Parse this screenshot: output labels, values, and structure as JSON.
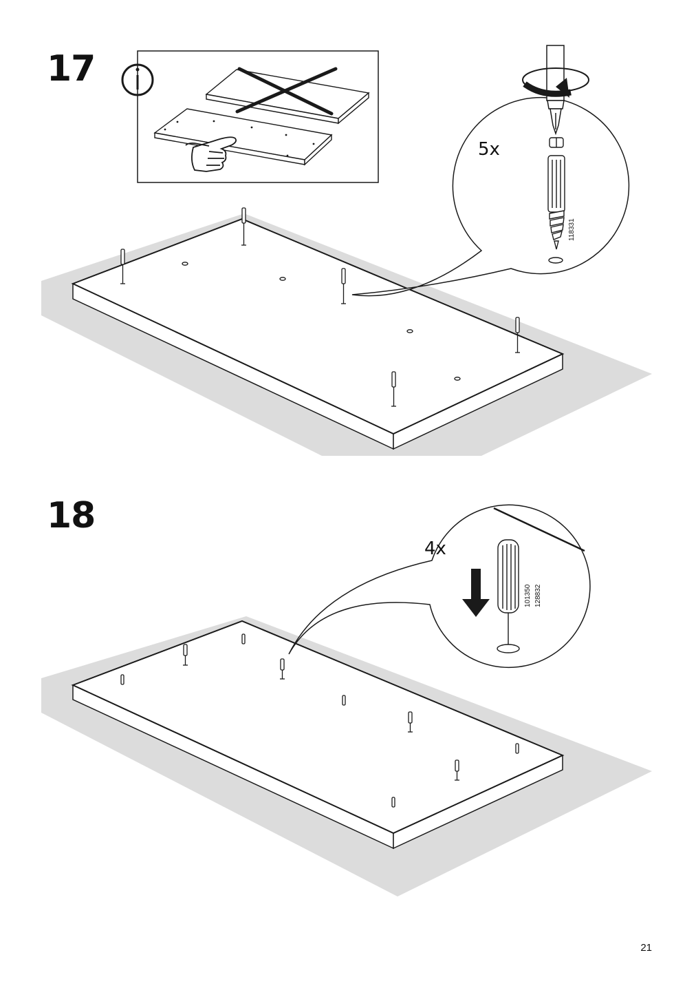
{
  "page": {
    "number": "21"
  },
  "steps": [
    {
      "number": "17",
      "info_icon": "info-icon",
      "callout": {
        "quantity": "5x",
        "part_numbers": [
          "118331"
        ]
      }
    },
    {
      "number": "18",
      "callout": {
        "quantity": "4x",
        "part_numbers": [
          "101350",
          "128832"
        ]
      }
    }
  ],
  "colors": {
    "floor": "#dcdcdc",
    "line": "#1a1a1a",
    "panel": "#ffffff"
  }
}
